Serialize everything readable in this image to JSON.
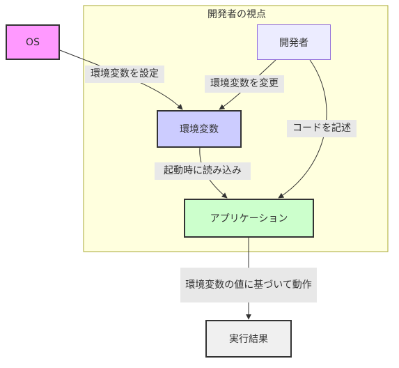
{
  "cluster": {
    "title": "開発者の視点"
  },
  "nodes": {
    "os": "OS",
    "developer": "開発者",
    "env_vars": "環境変数",
    "application": "アプリケーション",
    "result": "実行結果"
  },
  "edges": {
    "os_to_env": "環境変数を設定",
    "dev_to_env": "環境変数を変更",
    "dev_to_app": "コードを記述",
    "env_to_app": "起動時に読み込み",
    "app_to_result": "環境変数の値に基づいて動作"
  },
  "colors": {
    "os_fill": "#ff99ff",
    "developer_fill": "#ececff",
    "env_fill": "#ccccff",
    "app_fill": "#ccffcc",
    "result_fill": "#f0f0f0",
    "cluster_fill": "#ffffde",
    "edge_label_bg": "#e8e8e8"
  }
}
